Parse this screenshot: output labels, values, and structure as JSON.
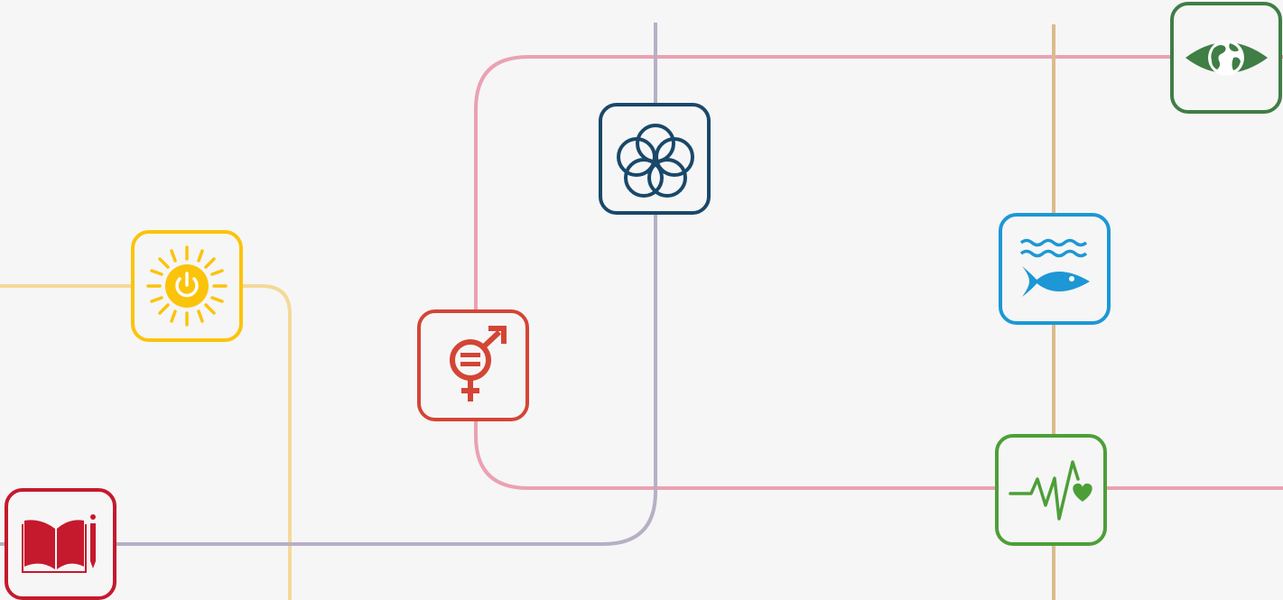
{
  "colors": {
    "background": "#f6f6f6",
    "line_yellow": "#f5d99a",
    "line_pink": "#eba1b3",
    "line_purple": "#b7afc6",
    "line_tan": "#dcbb8b",
    "energy": "#fcc30b",
    "gender": "#d34535",
    "partnership": "#19486a",
    "water_life": "#1d97d5",
    "health": "#4c9f38",
    "climate": "#3f7e44",
    "education": "#c5192d"
  },
  "icons": [
    {
      "name": "sun-power-icon",
      "color_key": "energy"
    },
    {
      "name": "gender-equality-icon",
      "color_key": "gender"
    },
    {
      "name": "interlocking-circles-icon",
      "color_key": "partnership"
    },
    {
      "name": "fish-waves-icon",
      "color_key": "water_life"
    },
    {
      "name": "heartbeat-heart-icon",
      "color_key": "health"
    },
    {
      "name": "eye-globe-icon",
      "color_key": "climate"
    },
    {
      "name": "book-pencil-icon",
      "color_key": "education"
    }
  ]
}
